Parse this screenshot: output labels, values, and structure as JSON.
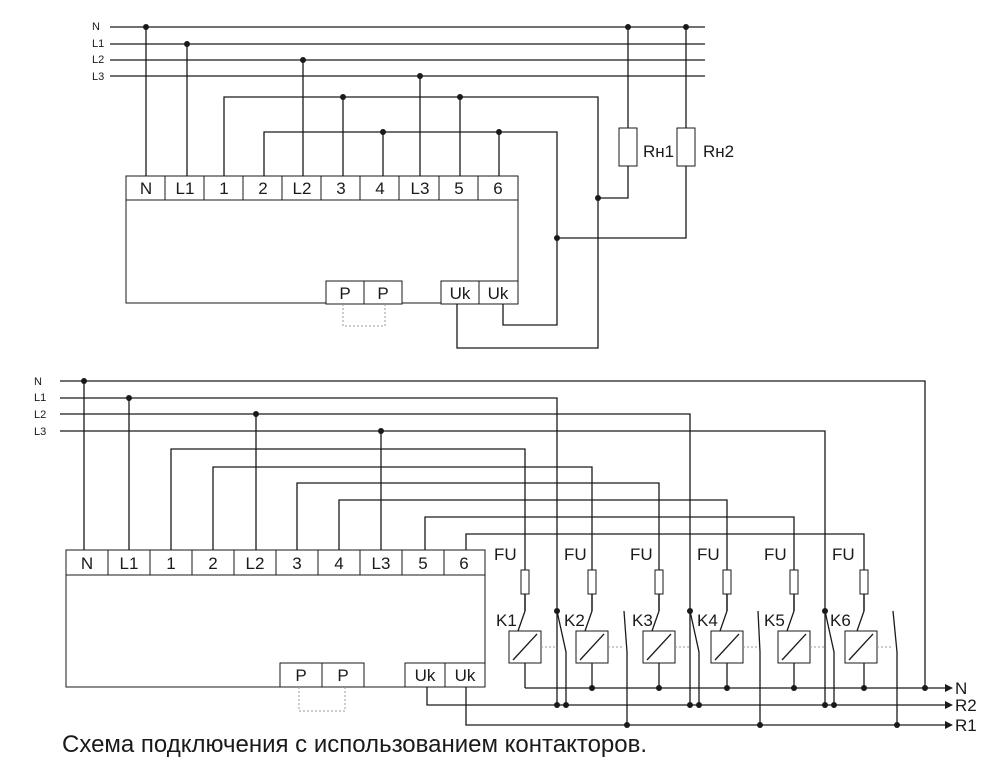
{
  "top": {
    "bus_labels": [
      "N",
      "L1",
      "L2",
      "L3"
    ],
    "terminals": [
      "N",
      "L1",
      "1",
      "2",
      "L2",
      "3",
      "4",
      "L3",
      "5",
      "6"
    ],
    "p_terminals": [
      "P",
      "P"
    ],
    "uk_terminals": [
      "Uk",
      "Uk"
    ],
    "loads": [
      "Rн1",
      "Rн2"
    ]
  },
  "bottom": {
    "bus_labels": [
      "N",
      "L1",
      "L2",
      "L3"
    ],
    "terminals": [
      "N",
      "L1",
      "1",
      "2",
      "L2",
      "3",
      "4",
      "L3",
      "5",
      "6"
    ],
    "p_terminals": [
      "P",
      "P"
    ],
    "uk_terminals": [
      "Uk",
      "Uk"
    ],
    "fuses": [
      "FU",
      "FU",
      "FU",
      "FU",
      "FU",
      "FU"
    ],
    "contactors": [
      "K1",
      "K2",
      "K3",
      "K4",
      "K5",
      "K6"
    ],
    "outputs": [
      "N",
      "R2",
      "R1"
    ]
  },
  "caption": "Схема подключения с использованием контакторов."
}
